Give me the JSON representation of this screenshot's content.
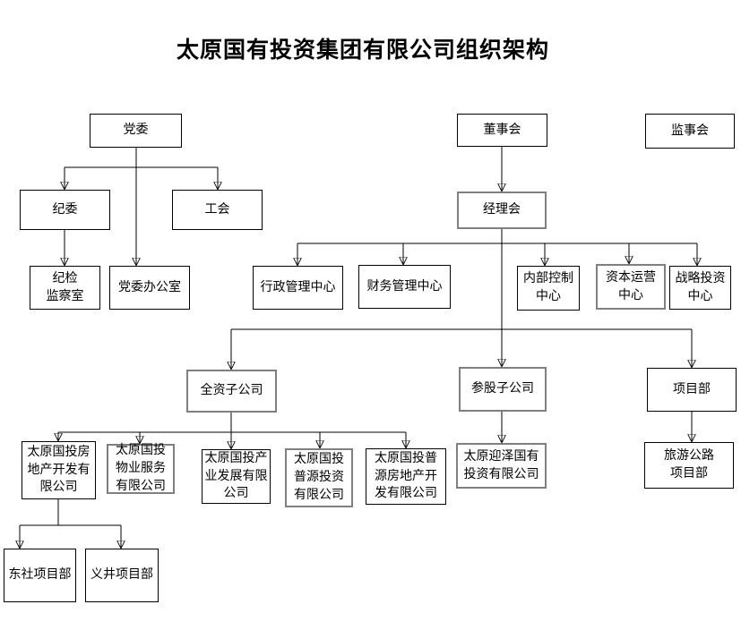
{
  "title": "太原国有投资集团有限公司组织架构",
  "colors": {
    "background": "#ffffff",
    "text": "#000000",
    "box_border": "#000000",
    "box_border_emphasis": "#7f7f7f",
    "connector": "#000000"
  },
  "nodes": {
    "party_committee": {
      "label": "党委"
    },
    "board_of_directors": {
      "label": "董事会"
    },
    "board_of_supervisors": {
      "label": "监事会"
    },
    "discipline_committee": {
      "label": "纪委"
    },
    "labor_union": {
      "label": "工会"
    },
    "general_manager_meeting": {
      "label": "经理会"
    },
    "discipline_inspection_office": {
      "label": "纪检\n监察室"
    },
    "party_committee_office": {
      "label": "党委办公室"
    },
    "admin_management_center": {
      "label": "行政管理中心"
    },
    "financial_management_center": {
      "label": "财务管理中心"
    },
    "internal_control_center": {
      "label": "内部控制\n中心"
    },
    "capital_operation_center": {
      "label": "资本运营\n中心"
    },
    "strategic_investment_center": {
      "label": "战略投资\n中心"
    },
    "wholly_owned_subsidiaries": {
      "label": "全资子公司"
    },
    "equity_participation_subsidiaries": {
      "label": "参股子公司"
    },
    "project_department": {
      "label": "项目部"
    },
    "real_estate_development_co": {
      "label": "太原国投房\n地产开发有\n限公司"
    },
    "property_service_co": {
      "label": "太原国投\n物业服务\n有限公司"
    },
    "industrial_development_co": {
      "label": "太原国投产\n业发展有限\n公司"
    },
    "puyuan_investment_co": {
      "label": "太原国投\n普源投资\n有限公司"
    },
    "puyuan_real_estate_co": {
      "label": "太原国投普\n源房地产开\n发有限公司"
    },
    "yingze_investment_co": {
      "label": "太原迎泽国有\n投资有限公司"
    },
    "tourism_highway_project_dept": {
      "label": "旅游公路\n项目部"
    },
    "dongshe_project_dept": {
      "label": "东社项目部"
    },
    "yijing_project_dept": {
      "label": "义井项目部"
    }
  }
}
